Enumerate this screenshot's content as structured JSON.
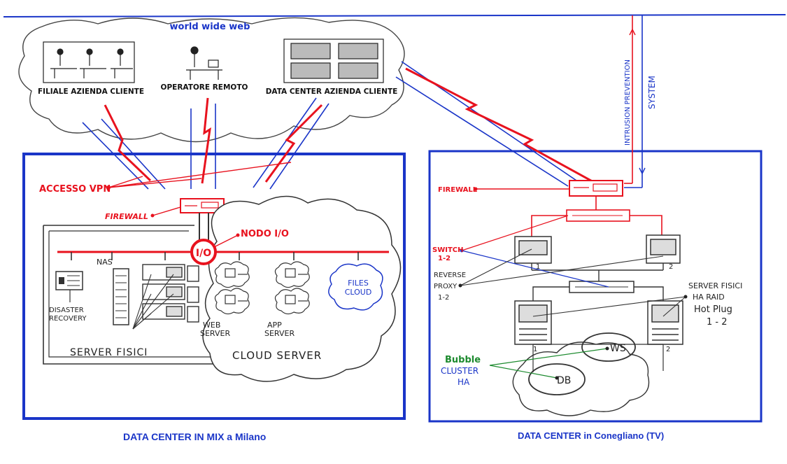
{
  "internet": {
    "title": "world wide web",
    "sites": [
      {
        "label": "FILIALE AZIENDA CLIENTE",
        "icon": "office-workstations-icon"
      },
      {
        "label": "OPERATORE REMOTO",
        "icon": "remote-operator-icon"
      },
      {
        "label": "DATA CENTER AZIENDA CLIENTE",
        "icon": "monitor-wall-icon"
      }
    ]
  },
  "milano": {
    "caption": "DATA CENTER IN MIX a Milano",
    "labels": {
      "vpn": "ACCESSO VPN",
      "firewall": "FIREWALL",
      "node": "NODO I/O",
      "node_badge": "I/O",
      "nas": "NAS",
      "disaster_recovery_line1": "DISASTER",
      "disaster_recovery_line2": "RECOVERY",
      "web_server_line1": "WEB",
      "web_server_line2": "SERVER",
      "app_server_line1": "APP",
      "app_server_line2": "SERVER",
      "files_cloud_line1": "FILES",
      "files_cloud_line2": "CLOUD",
      "server_fisici": "SERVER FISICI",
      "cloud_server": "CLOUD SERVER"
    }
  },
  "conegliano": {
    "caption": "DATA CENTER in Conegliano (TV)",
    "labels": {
      "firewall": "FIREWALL",
      "switch_line1": "SWITCH",
      "switch_line2": "1-2",
      "reverse_proxy_line1": "REVERSE",
      "reverse_proxy_line2": "PROXY",
      "reverse_proxy_line3": "1-2",
      "server_fisici_line1": "SERVER FISICI",
      "server_fisici_line2": "HA RAID",
      "server_fisici_line3": "Hot Plug",
      "server_fisici_line4": "1 - 2",
      "bubble": "Bubble",
      "cluster": "CLUSTER",
      "ha": "HA",
      "ws": "WS",
      "db": "DB",
      "proxy_1": "1",
      "proxy_2": "2",
      "srv_1": "1",
      "srv_2": "2"
    }
  },
  "ips": {
    "line1": "INTRUSION PREVENTION",
    "line2": "SYSTEM"
  },
  "colors": {
    "blue": "#1a35c8",
    "red": "#e8121e",
    "black": "#111111",
    "green": "#1c8a2e"
  }
}
